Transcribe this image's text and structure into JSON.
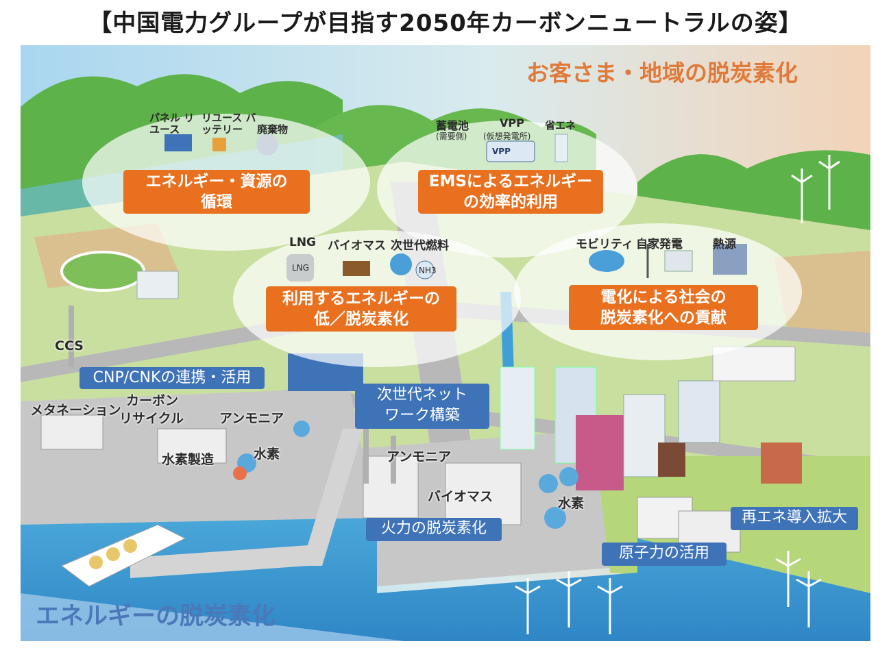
{
  "title": "【中国電力グループが目指す2050年カーボンニュートラルの姿】",
  "header_right": "お客さま・地域の脱炭素化",
  "footer_left": "エネルギーの脱炭素化",
  "bubbles": {
    "resource": {
      "box": [
        "エネルギー・資源の",
        "循環"
      ],
      "icons": [
        "パネル リユース",
        "リユース バッテリー",
        "廃棄物"
      ]
    },
    "ems": {
      "box": [
        "EMSによるエネルギー",
        "の効率的利用"
      ],
      "icons": [
        "蓄電池",
        "(需要側)",
        "VPP",
        "(仮想発電所)",
        "省エネ"
      ],
      "vpp_badge": "VPP"
    },
    "fuel": {
      "box": [
        "利用するエネルギーの",
        "低／脱炭素化"
      ],
      "icons": [
        "LNG",
        "バイオマス",
        "次世代燃料"
      ],
      "tank_label": "LNG",
      "nh3": "NH3"
    },
    "electrify": {
      "box": [
        "電化による社会の",
        "脱炭素化への貢献"
      ],
      "icons": [
        "モビリティ",
        "自家発電",
        "熱源"
      ]
    }
  },
  "blue_labels": {
    "cnp": "CNP/CNKの連携・活用",
    "network": [
      "次世代ネット",
      "ワーク構築"
    ],
    "thermal": "火力の脱炭素化",
    "nuclear": "原子力の活用",
    "renewable": "再エネ導入拡大"
  },
  "ground_labels": {
    "ccs": "CCS",
    "methanation": "メタネーション",
    "carbon_recycle": [
      "カーボン",
      "リサイクル"
    ],
    "ammonia_left": "アンモニア",
    "hydrogen_make": "水素製造",
    "hydrogen_left": "水素",
    "ammonia_center": "アンモニア",
    "biomass_center": "バイオマス",
    "hydrogen_right": "水素"
  },
  "colors": {
    "orange": "#e8701e",
    "blue": "#3f73b8",
    "header_text": "#e07a3a",
    "footer_text": "#4a78b8"
  }
}
